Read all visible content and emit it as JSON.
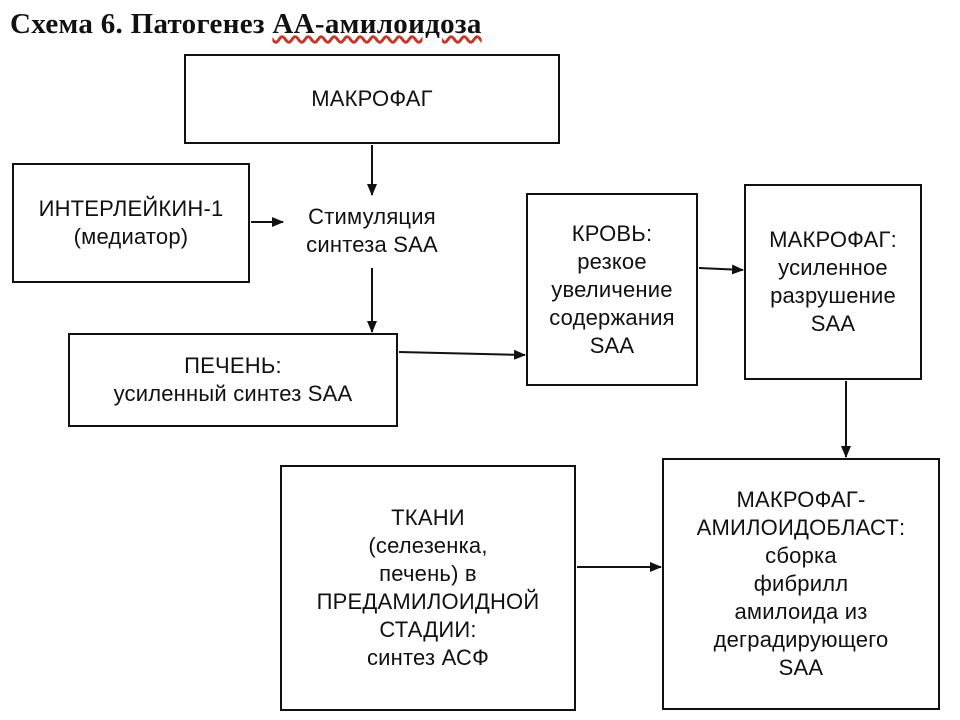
{
  "title": {
    "prefix": "Схема 6. Патогенез ",
    "underlined": "АА-амилоидоза"
  },
  "nodes": {
    "macrophage_top": "МАКРОФАГ",
    "interleukin": "ИНТЕРЛЕЙКИН-1\n(медиатор)",
    "stimulation": "Стимуляция\nсинтеза SAA",
    "liver": "ПЕЧЕНЬ:\nусиленный синтез SAA",
    "blood": "КРОВЬ:\nрезкое\nувеличение\nсодержания\nSAA",
    "macrophage_destroy": "МАКРОФАГ:\nусиленное\nразрушение\nSAA",
    "tissues": "ТКАНИ\n(селезенка,\nпечень) в\nПРЕДАМИЛОИДНОЙ\nСТАДИИ:\nсинтез АСФ",
    "amyloidoblast": "МАКРОФАГ-\nАМИЛОИДОБЛАСТ:\nсборка\nфибрилл\nамилоида из\nдеградирующего\nSAA"
  }
}
